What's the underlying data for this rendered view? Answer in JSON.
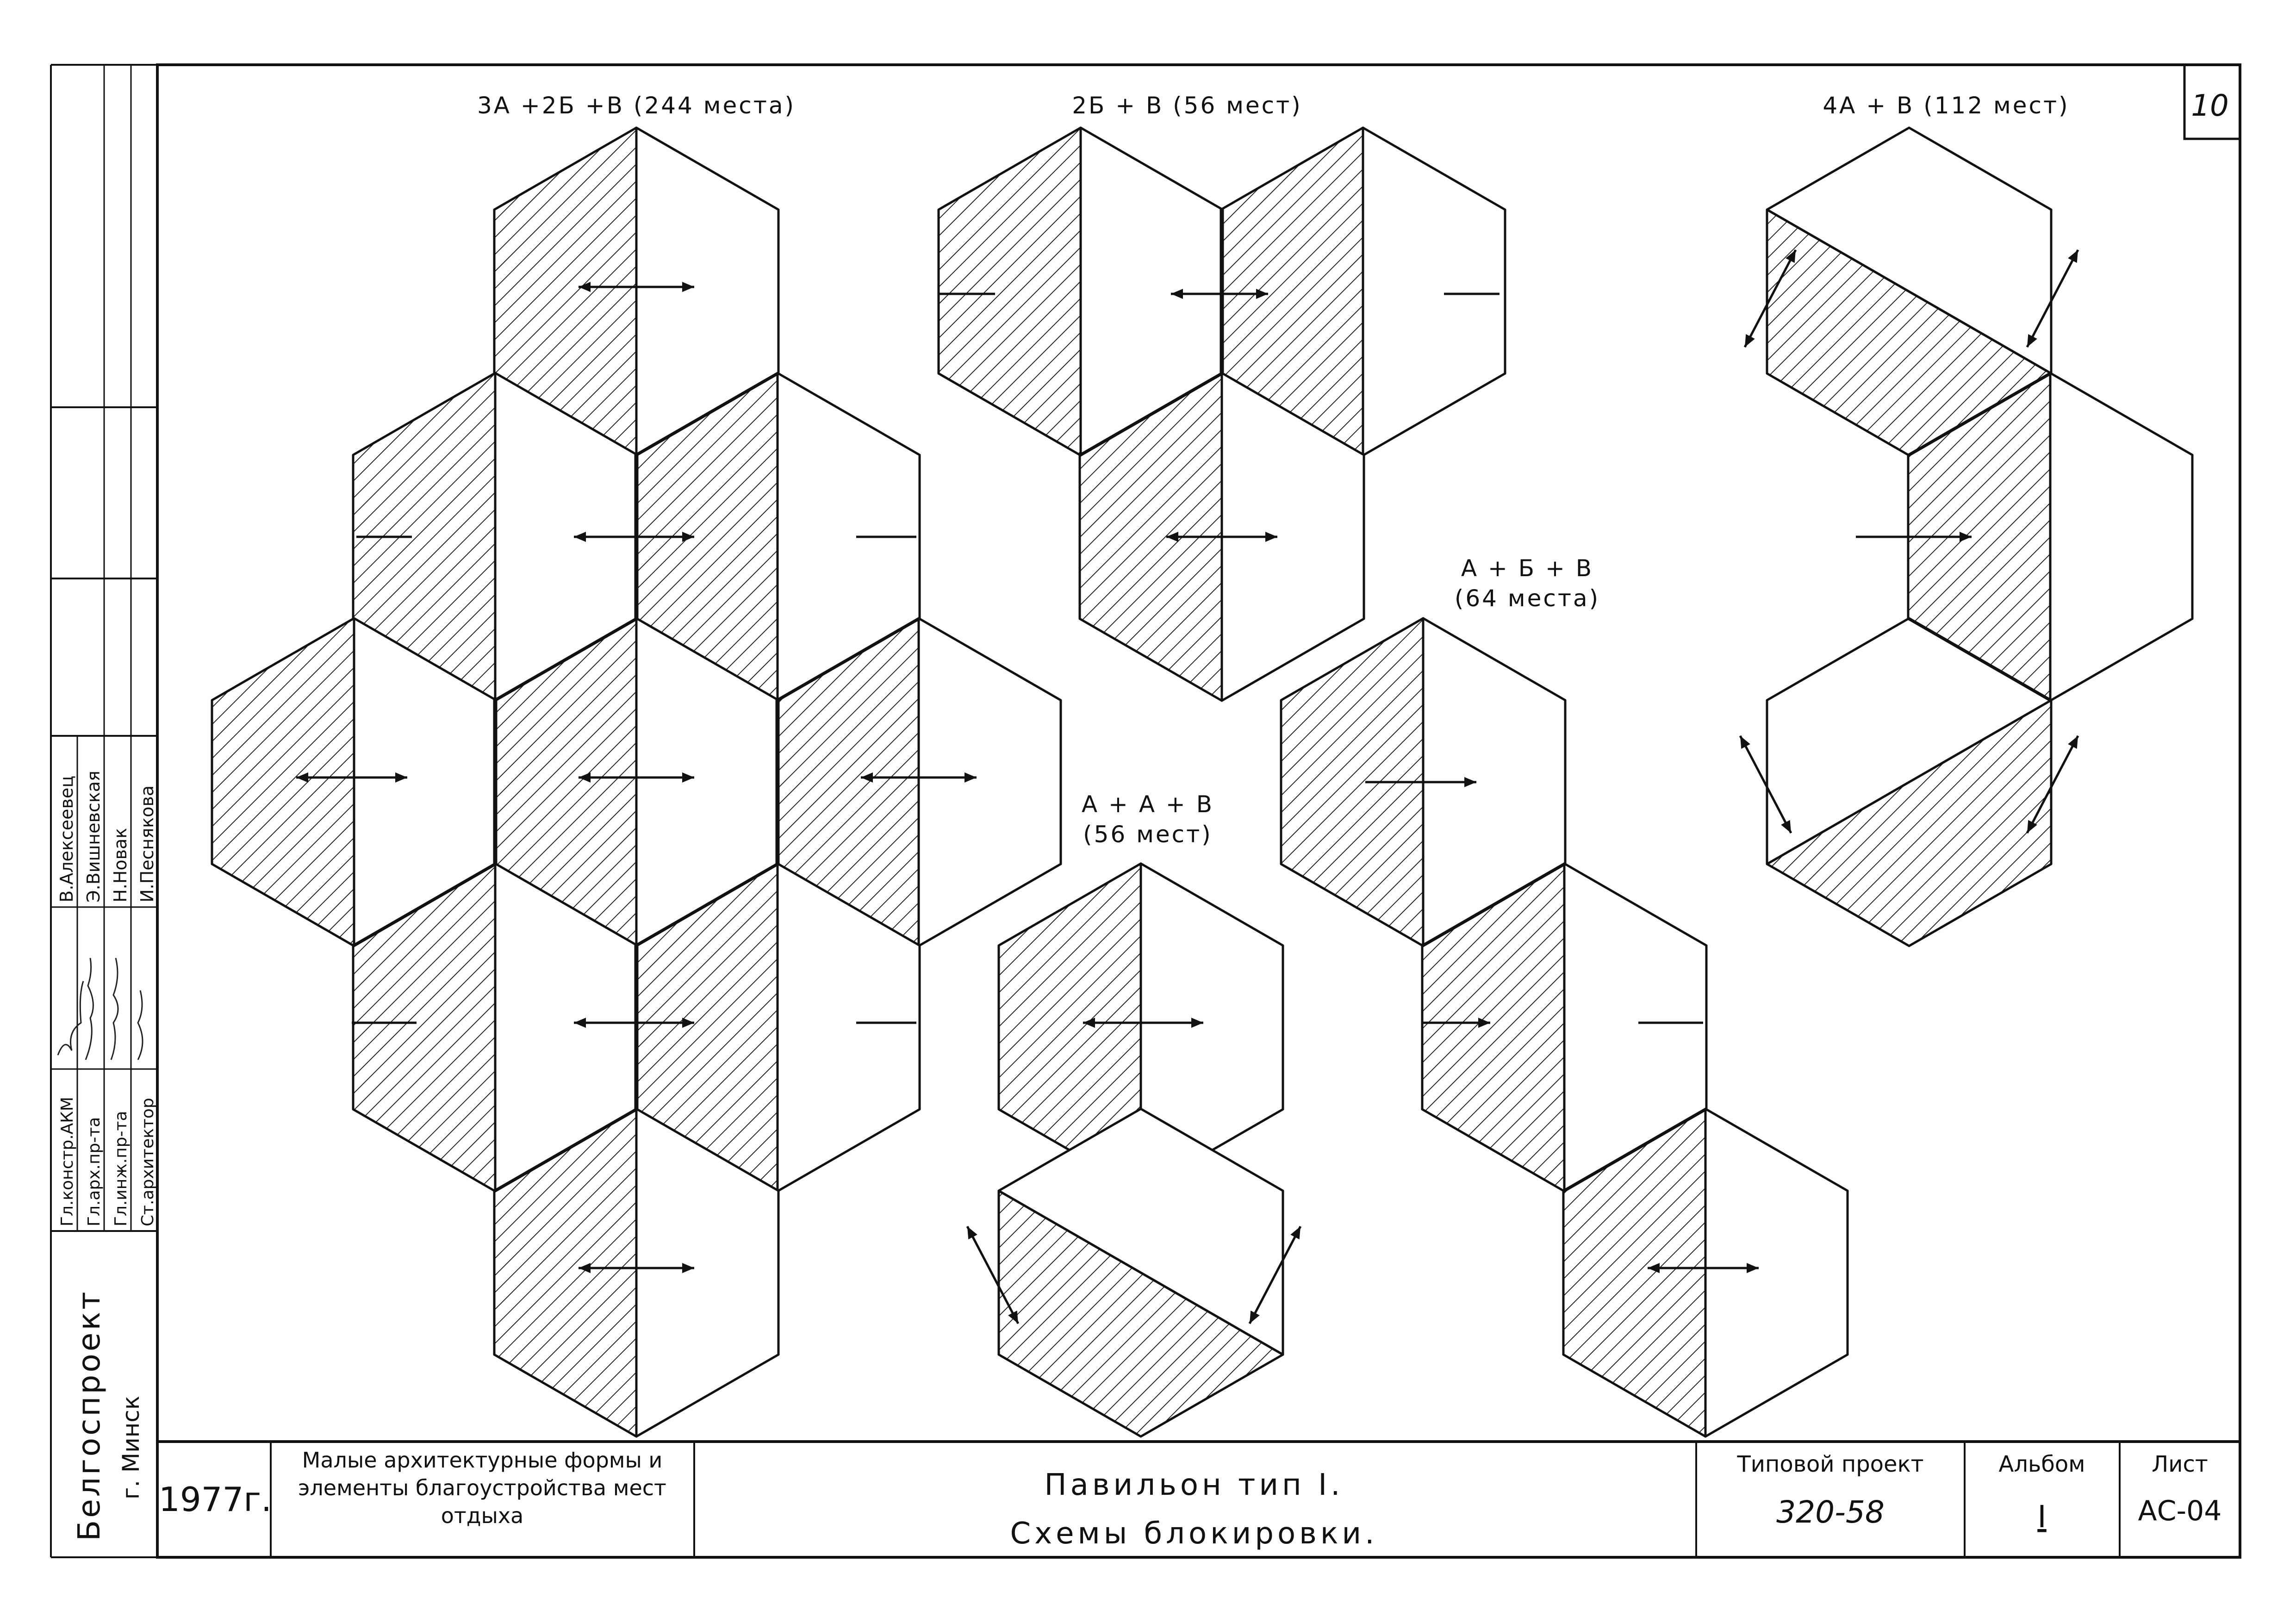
{
  "sheet_number": "10",
  "schemes": [
    {
      "id": "s1",
      "title": "3А +2Б +В (244 места)"
    },
    {
      "id": "s2",
      "title": "2Б + В (56 мест)"
    },
    {
      "id": "s3",
      "title": "4А + В (112 мест)"
    },
    {
      "id": "s4",
      "title_lines": [
        "А + Б + В",
        "(64 места)"
      ]
    },
    {
      "id": "s5",
      "title_lines": [
        "А + А + В",
        "(56 мест)"
      ]
    }
  ],
  "approval": {
    "roles": [
      "Гл.констр.АКМ",
      "Гл.арх.пр-та",
      "Гл.инж.пр-та",
      "Ст.архитектор"
    ],
    "names": [
      "В.Алексеевец",
      "Э.Вишневская",
      "Н.Новак",
      "И.Песнякова"
    ]
  },
  "organization": "Белгоспроект",
  "city": "г. Минск",
  "title_block": {
    "year": "1977г.",
    "series": "Малые архитектурные формы и элементы благоустройства мест отдыха",
    "drawing_title_1": "Павильон тип I.",
    "drawing_title_2": "Схемы блокировки.",
    "project_label": "Типовой проект",
    "project_value": "320-58",
    "album_label": "Альбом",
    "album_value": "I",
    "sheet_label": "Лист",
    "sheet_value": "АС-04"
  }
}
